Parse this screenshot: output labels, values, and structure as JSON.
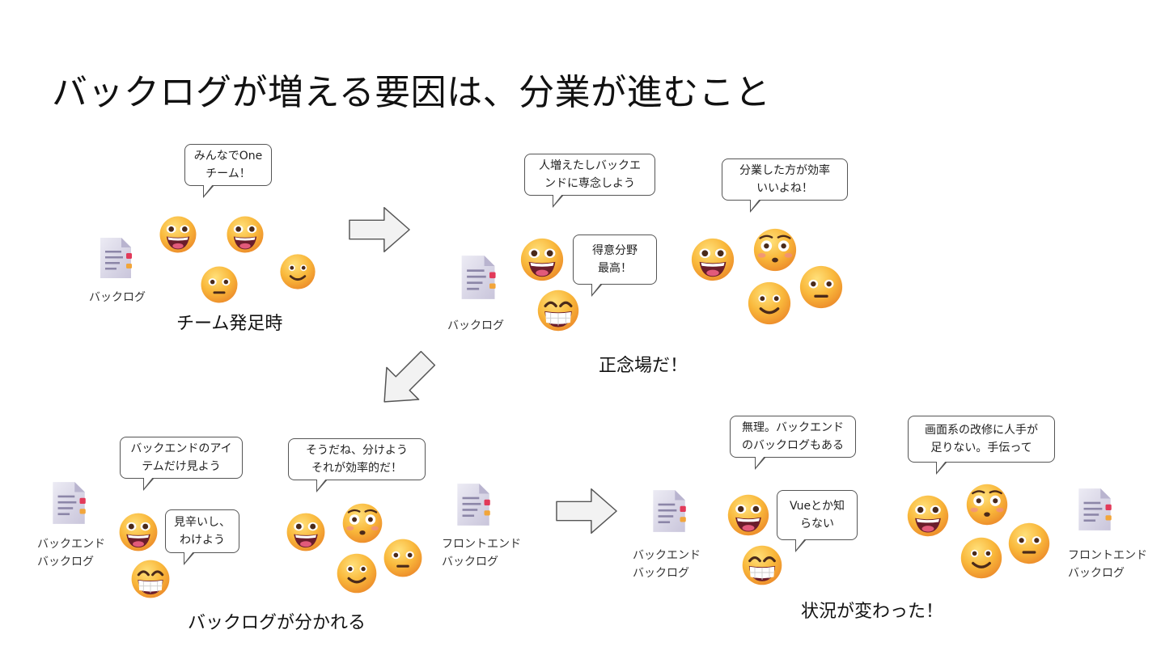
{
  "title": "バックログが増える要因は、分業が進むこと",
  "panel1": {
    "bubble": "みんなでOne\nチーム！",
    "doc_label": "バックログ",
    "caption": "チーム発足時"
  },
  "panel2": {
    "bubble_a": "人増えたしバックエ\nンドに専念しよう",
    "bubble_b": "得意分野\n最高！",
    "bubble_c": "分業した方が効率\nいいよね！",
    "doc_label": "バックログ",
    "caption": "正念場だ！"
  },
  "panel3": {
    "bubble_a": "バックエンドのアイ\nテムだけ見よう",
    "bubble_b": "見辛いし、\nわけよう",
    "bubble_c": "そうだね、分けよう\nそれが効率的だ！",
    "doc_label_back": "バックエンド\nバックログ",
    "doc_label_front": "フロントエンド\nバックログ",
    "caption": "バックログが分かれる"
  },
  "panel4": {
    "bubble_a": "無理。バックエンド\nのバックログもある",
    "bubble_b": "Vueとか知\nらない",
    "bubble_c": "画面系の改修に人手が\n足りない。手伝って",
    "doc_label_back": "バックエンド\nバックログ",
    "doc_label_front": "フロントエンド\nバックログ",
    "caption": "状況が変わった！"
  },
  "icons": {
    "document": "document-icon",
    "grin": "grinning-face-icon",
    "big_grin": "beaming-face-icon",
    "neutral": "neutral-face-icon",
    "smile": "smiling-face-icon",
    "flushed": "flushed-face-icon",
    "arrow": "right-arrow-icon"
  },
  "colors": {
    "face": "#f7b93a",
    "face_edge": "#e8912a",
    "document": "#d7d3e8",
    "doc_tab": "#e23a5a",
    "arrow_fill": "#f2f2f2",
    "arrow_stroke": "#555555"
  }
}
